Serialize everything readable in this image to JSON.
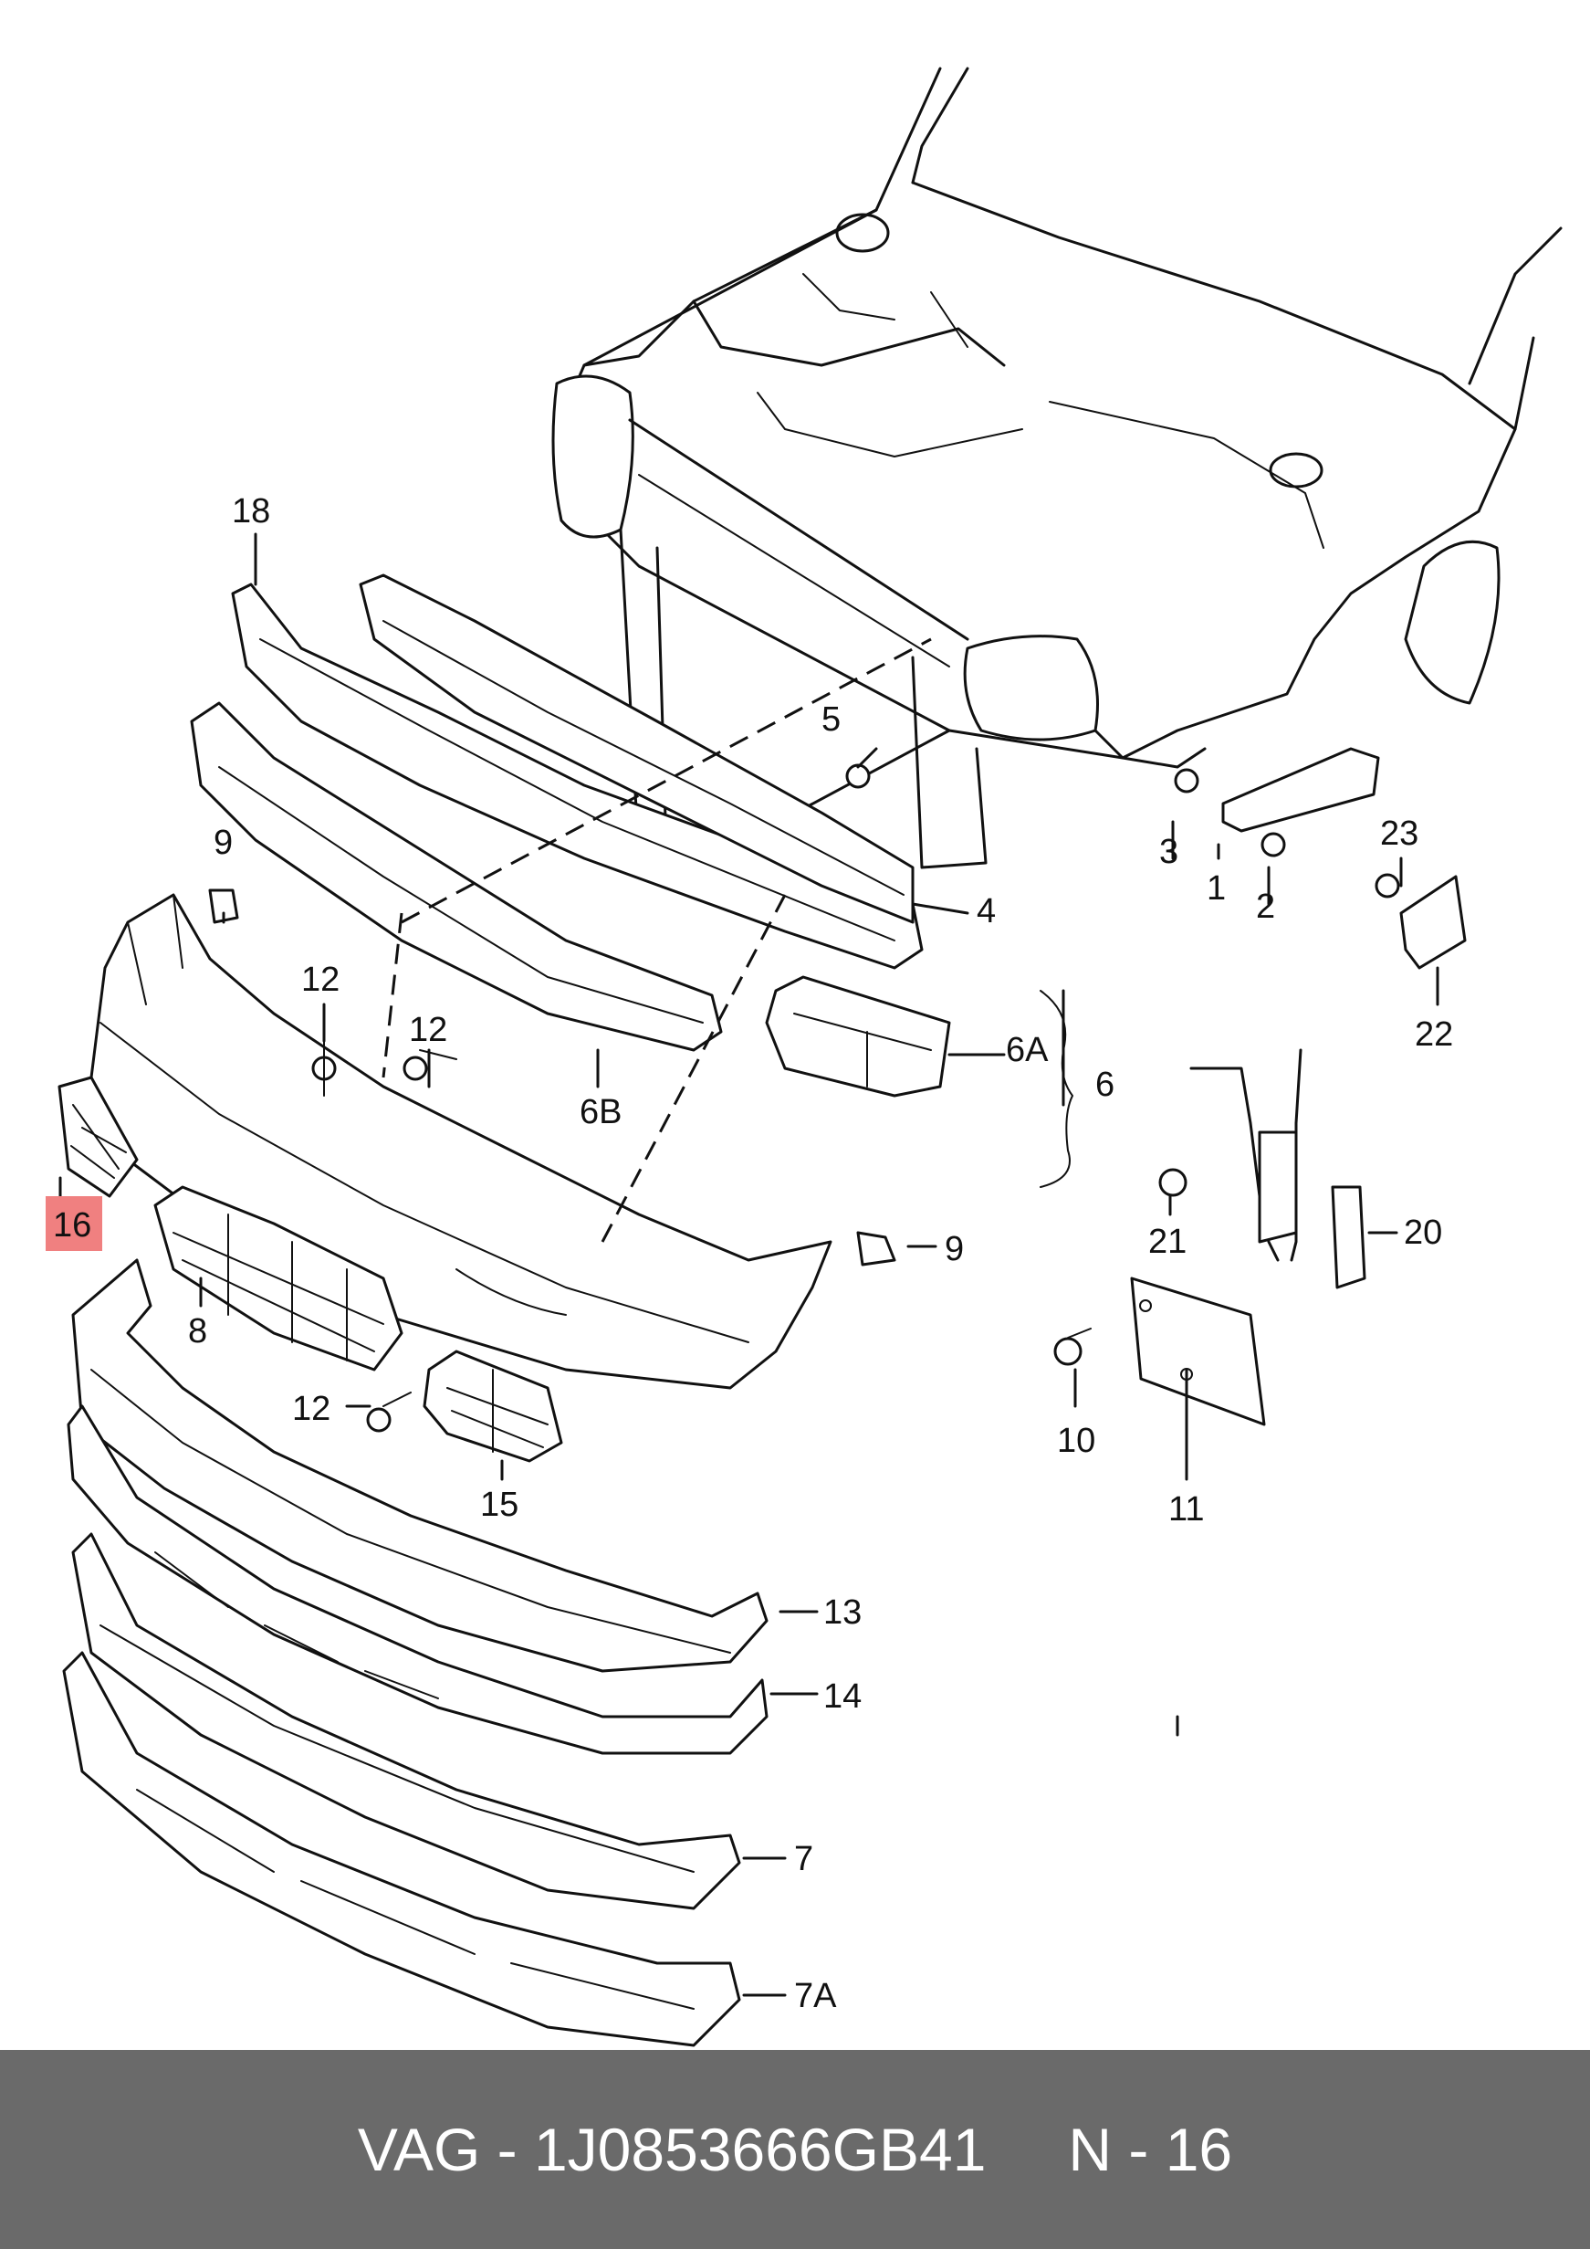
{
  "callouts": {
    "c1": "1",
    "c2": "2",
    "c3": "3",
    "c4": "4",
    "c5": "5",
    "c6": "6",
    "c6a": "6A",
    "c6b": "6B",
    "c7": "7",
    "c7a": "7A",
    "c8": "8",
    "c9a": "9",
    "c9b": "9",
    "c10": "10",
    "c11": "11",
    "c12a": "12",
    "c12b": "12",
    "c12c": "12",
    "c13": "13",
    "c14": "14",
    "c15": "15",
    "c16": "16",
    "c18": "18",
    "c20": "20",
    "c21": "21",
    "c22": "22",
    "c23": "23"
  },
  "highlight_color": "#f08080",
  "footer": {
    "part_number": "VAG - 1J0853666GB41",
    "position": "N - 16"
  }
}
